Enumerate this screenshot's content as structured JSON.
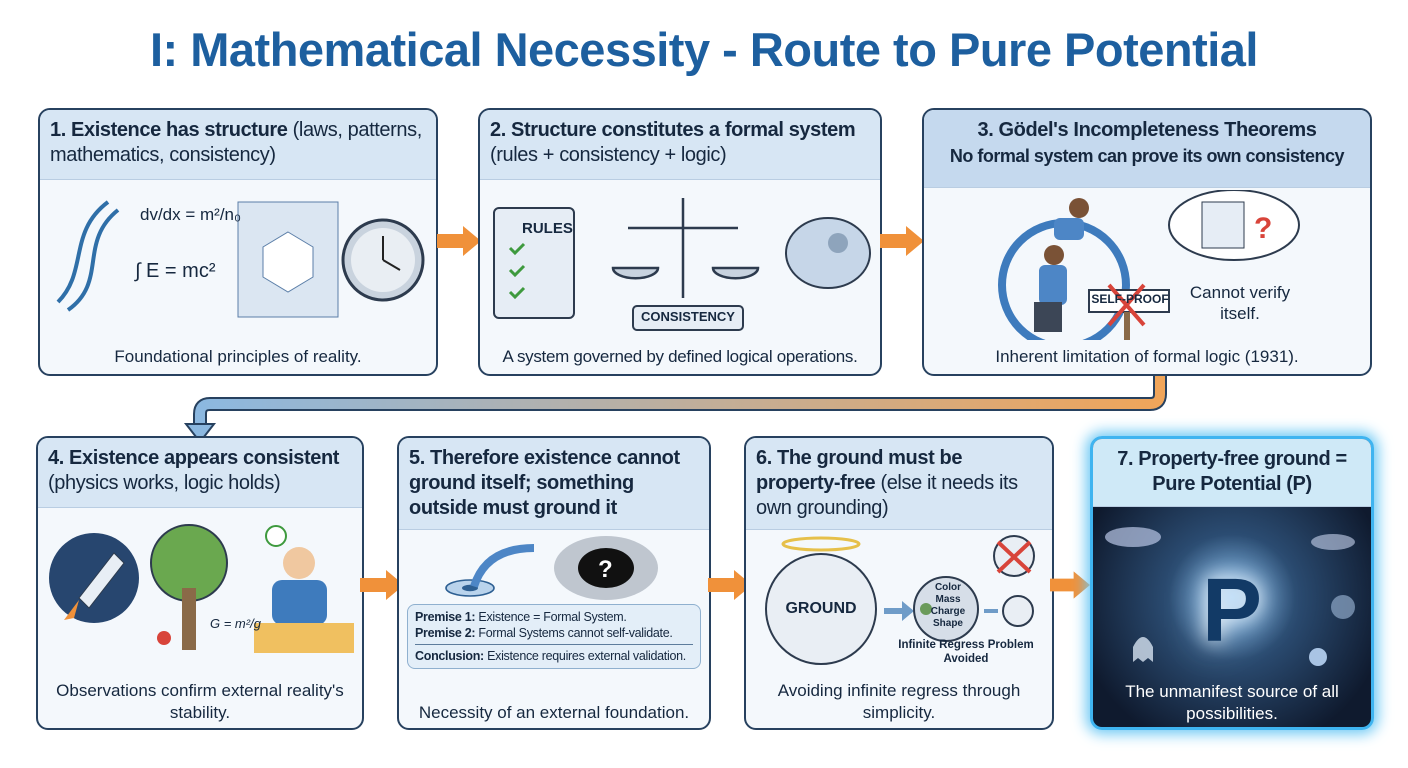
{
  "title": "I: Mathematical Necessity - Route to Pure Potential",
  "steps": [
    {
      "heading": "1. Existence has structure",
      "heading_rest": " (laws, patterns, mathematics, consistency)",
      "caption": "Foundational principles of reality.",
      "formula1": "dv/dx = m²/n₀",
      "formula2": "∫ E = mc²"
    },
    {
      "heading": "2. Structure constitutes a formal system",
      "heading_rest": " (rules + consistency + logic)",
      "caption": "A system governed by defined logical operations.",
      "book_label": "RULES",
      "consistency_label": "CONSISTENCY"
    },
    {
      "heading": "3. Gödel's Incompleteness Theorems",
      "subheading": "No formal system can prove its own consistency",
      "caption": "Inherent limitation of formal logic (1931).",
      "sign_label": "SELF-PROOF",
      "bubble_text": "Cannot verify itself."
    },
    {
      "heading": "4. Existence appears consistent",
      "heading_rest": " (physics works, logic holds)",
      "caption": "Observations confirm external reality's stability.",
      "formula": "G = m²/g"
    },
    {
      "heading": "5. Therefore existence cannot ground itself; something outside must ground it",
      "caption": "Necessity of an external foundation.",
      "premise1_label": "Premise 1:",
      "premise1": " Existence = Formal System.",
      "premise2_label": "Premise 2:",
      "premise2": " Formal Systems cannot self-validate.",
      "conclusion_label": "Conclusion:",
      "conclusion": " Existence requires external validation."
    },
    {
      "heading": "6. The ground must be property-free",
      "heading_rest": " (else it needs its own grounding)",
      "caption": "Avoiding infinite regress through simplicity.",
      "ground_label": "GROUND",
      "properties": [
        "Color",
        "Mass",
        "Charge",
        "Shape"
      ],
      "regress_note": "Infinite Regress Problem Avoided"
    },
    {
      "heading": "7. Property-free ground = Pure Potential (P)",
      "caption": "The unmanifest source of all possibilities.",
      "symbol": "P"
    }
  ],
  "colors": {
    "title": "#1d5f9f",
    "arrow": "#f0913a",
    "highlight": "#3fb4f0"
  }
}
